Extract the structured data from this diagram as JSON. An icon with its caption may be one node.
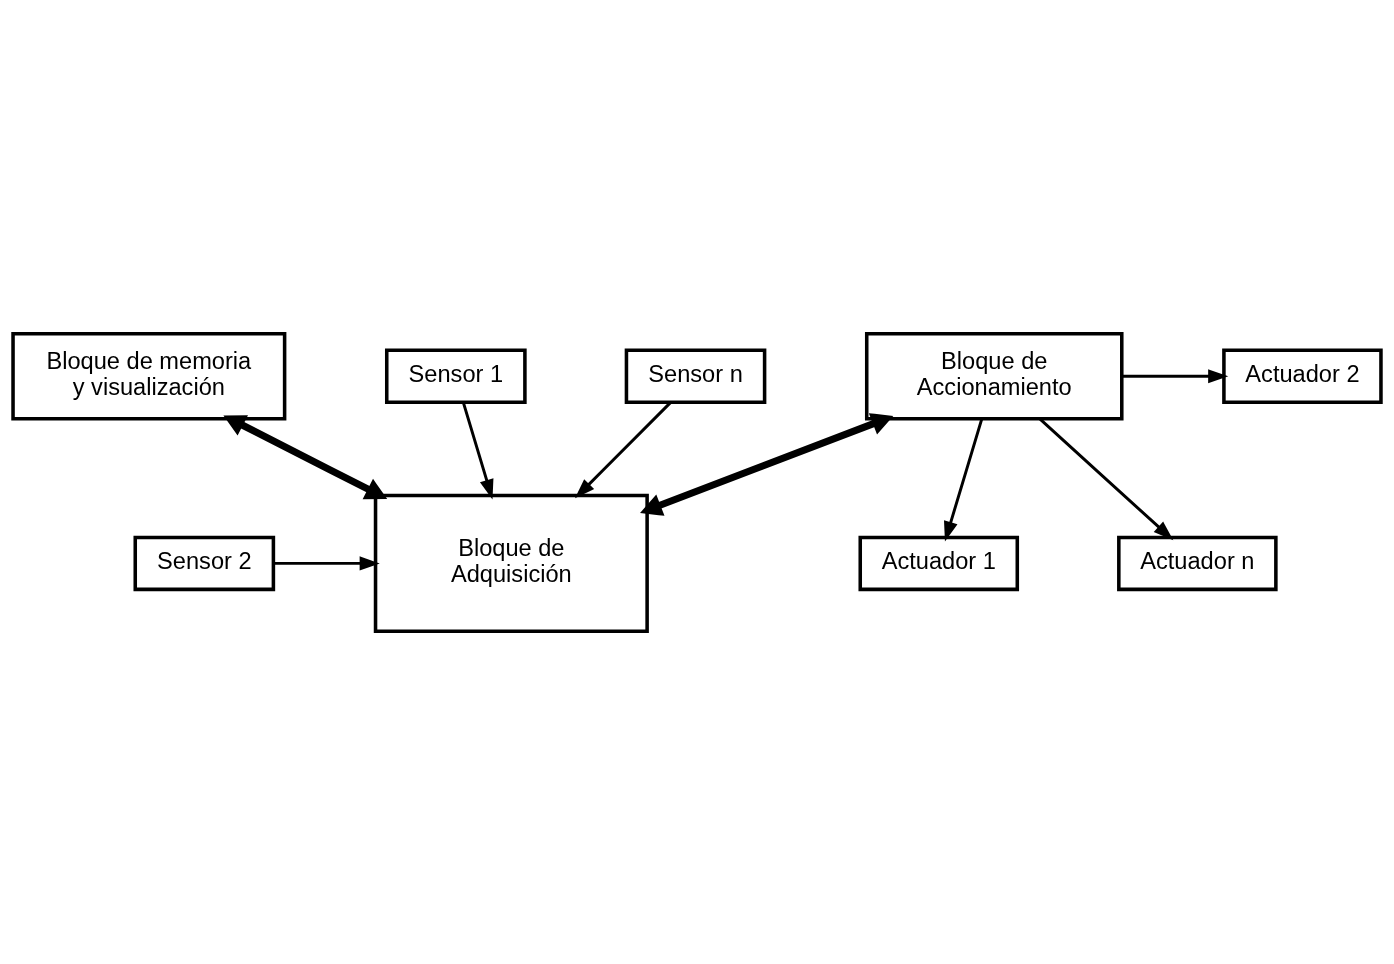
{
  "diagram": {
    "nodes": [
      {
        "text": [
          "Bloque de memoria y visualización"
        ]
      },
      {
        "text": [
          "Sensor 1"
        ]
      },
      {
        "text": [
          "Sensor 2"
        ]
      },
      {
        "text": [
          "Sensor n"
        ]
      },
      {
        "text": [
          "Bloque de Adquisición"
        ]
      },
      {
        "text": [
          "Bloque de Accionamiento"
        ]
      },
      {
        "text": [
          "Actuador 1"
        ]
      },
      {
        "text": [
          "Actuador 2"
        ]
      },
      {
        "text": [
          "Actuador n"
        ]
      }
    ],
    "edges": [
      {
        "from": 0,
        "to": 4,
        "arrow": "both",
        "style": "thick"
      },
      {
        "from": 1,
        "to": 4,
        "arrow": "to"
      },
      {
        "from": 2,
        "to": 4,
        "arrow": "to"
      },
      {
        "from": 3,
        "to": 4,
        "arrow": "to"
      },
      {
        "from": 4,
        "to": 5,
        "arrow": "both",
        "style": "thick"
      },
      {
        "from": 5,
        "to": 6,
        "arrow": "to"
      },
      {
        "from": 5,
        "to": 7,
        "arrow": "to"
      },
      {
        "from": 5,
        "to": 8,
        "arrow": "to"
      }
    ]
  }
}
